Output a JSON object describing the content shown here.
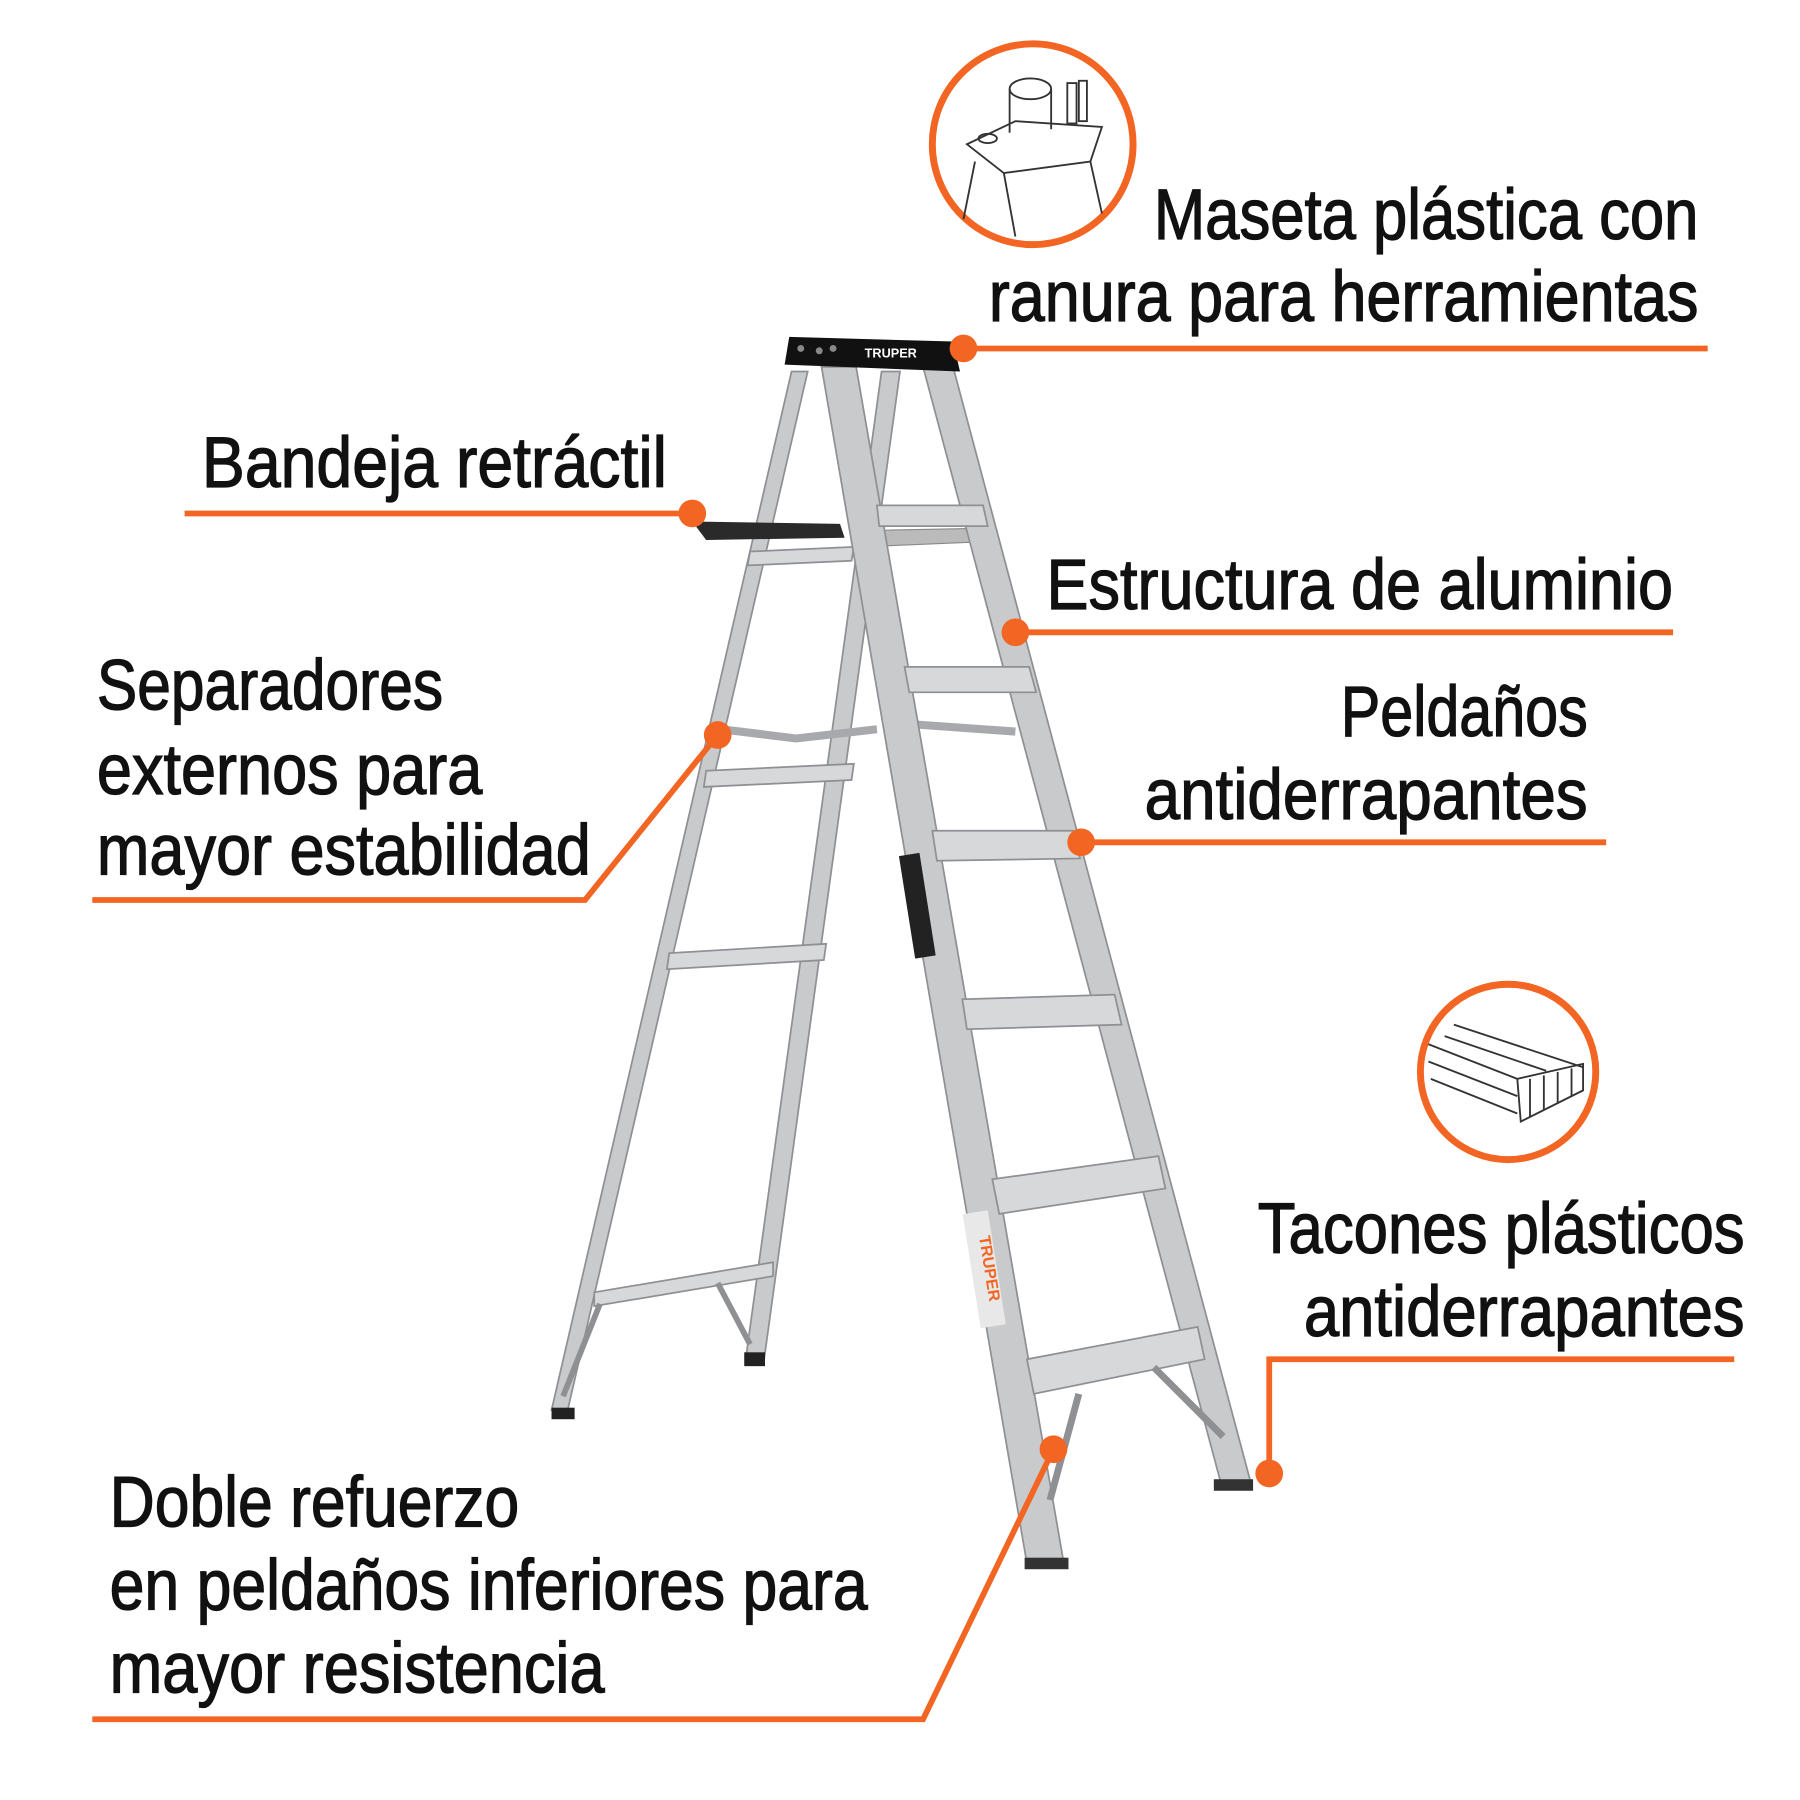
{
  "brand": "TRUPER",
  "colors": {
    "accent": "#f26522",
    "text": "#111111",
    "aluminium": "#c9cacc",
    "cap": "#111111"
  },
  "callouts": {
    "top_cap": {
      "lines": [
        "Maseta plástica con",
        "ranura para herramientas"
      ],
      "icon": "tool-tray-cap-icon"
    },
    "tray": {
      "lines": [
        "Bandeja retráctil"
      ]
    },
    "frame": {
      "lines": [
        "Estructura de aluminio"
      ]
    },
    "steps": {
      "lines": [
        "Peldaños",
        "antiderrapantes"
      ]
    },
    "spreaders": {
      "lines": [
        "Separadores",
        "externos para",
        "mayor estabilidad"
      ]
    },
    "feet": {
      "lines": [
        "Tacones plásticos",
        "antiderrapantes"
      ],
      "icon": "non-slip-foot-icon"
    },
    "bracing": {
      "lines": [
        "Doble refuerzo",
        "en peldaños inferiores para",
        "mayor resistencia"
      ]
    }
  }
}
